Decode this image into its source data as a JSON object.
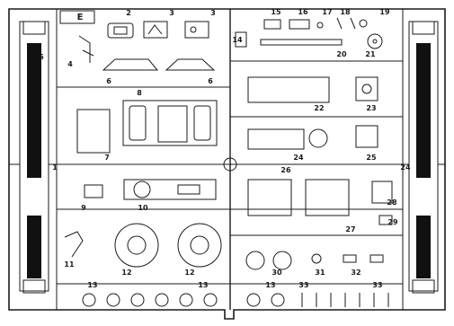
{
  "sprue": {
    "letter": "E",
    "part_numbers": [
      "1",
      "2",
      "3",
      "3",
      "4",
      "5",
      "6",
      "6",
      "7",
      "8",
      "9",
      "10",
      "11",
      "12",
      "12",
      "13",
      "13",
      "13",
      "14",
      "15",
      "16",
      "17",
      "18",
      "19",
      "20",
      "21",
      "22",
      "23",
      "24",
      "24",
      "25",
      "26",
      "27",
      "28",
      "29",
      "30",
      "31",
      "32",
      "33",
      "33"
    ]
  },
  "colors": {
    "line": "#1a1a1a",
    "track_fill": "#111111",
    "background": "#ffffff"
  }
}
